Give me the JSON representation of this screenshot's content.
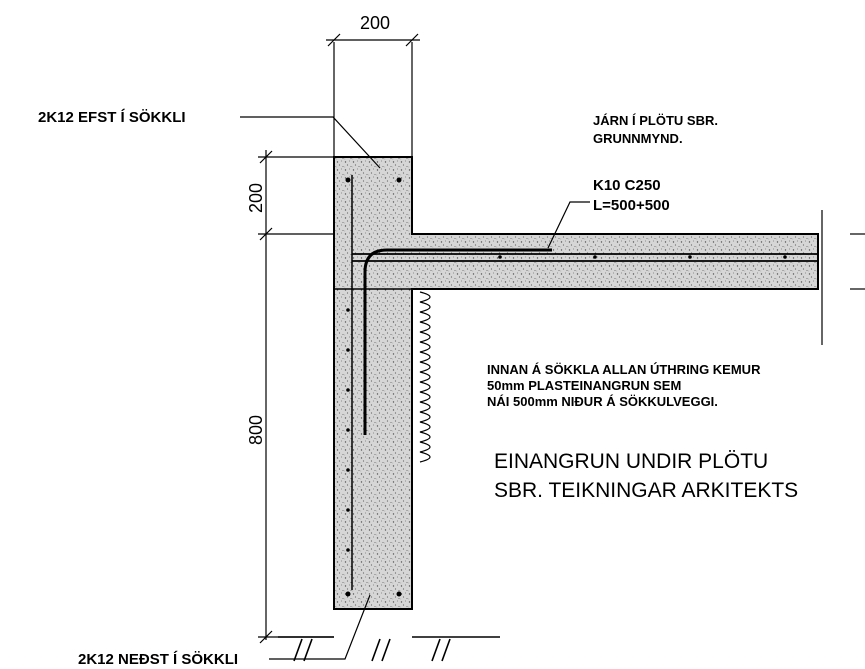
{
  "dimensions": {
    "top_width": "200",
    "slab_height": "200",
    "wall_height": "800"
  },
  "labels": {
    "top_rebar": "2K12 EFST Í SÖKKLI",
    "bottom_rebar": "2K12 NEÐST Í SÖKKLI",
    "slab_rebar_line1": "JÁRN Í PLÖTU SBR.",
    "slab_rebar_line2": "GRUNNMYND.",
    "bent_bar_line1": "K10 C250",
    "bent_bar_line2": "L=500+500",
    "insulation_note_line1": "INNAN Á SÖKKLA ALLAN ÚTHRING KEMUR",
    "insulation_note_line2": "50mm PLASTEINANGRUN SEM",
    "insulation_note_line3": "NÁI 500mm NIÐUR Á SÖKKULVEGGI.",
    "slab_insulation_line1": "EINANGRUN UNDIR PLÖTU",
    "slab_insulation_line2": "SBR. TEIKNINGAR ARKITEKTS"
  }
}
